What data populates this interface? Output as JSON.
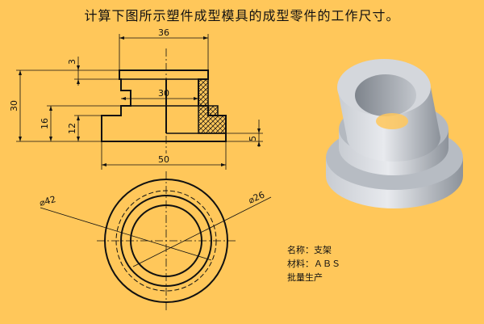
{
  "title": "计算下图所示塑件成型模具的成型零件的工作尺寸。",
  "dimensions": {
    "top_width": "36",
    "inner_width": "30",
    "overall_width": "50",
    "height_total": "30",
    "height_flange": "16",
    "height_12": "12",
    "height_3": "3",
    "height_5": "5",
    "dia_42": "⌀42",
    "dia_26": "⌀26"
  },
  "notes": {
    "name": "名称：支架",
    "material": "材料：ＡＢＳ",
    "production": "批量生产"
  },
  "colors": {
    "background": "#FFC75A",
    "line": "#111111",
    "part": "#9AA0A8"
  }
}
